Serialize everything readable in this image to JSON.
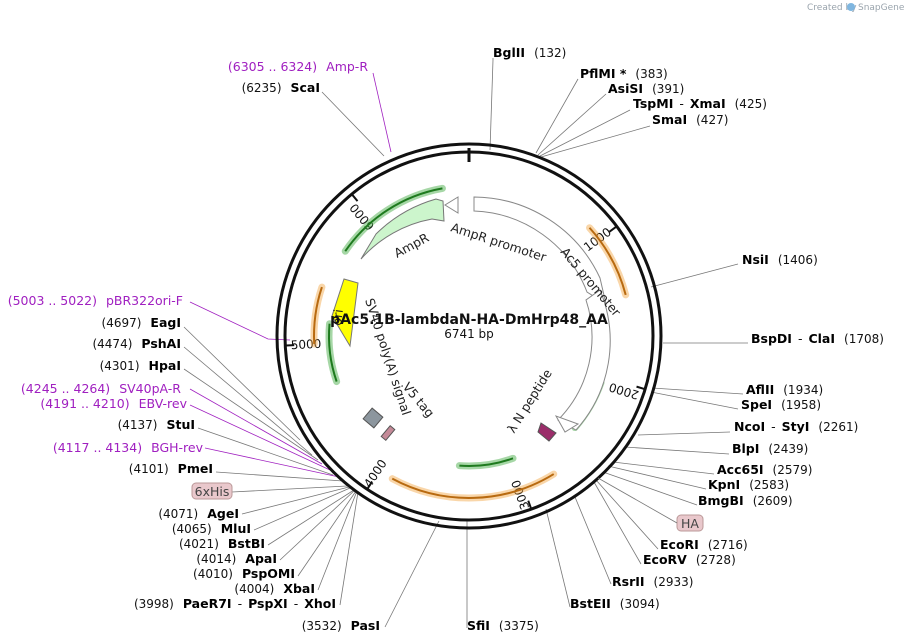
{
  "credit": "Created by",
  "credit_brand": "SnapGene",
  "plasmid": {
    "name": "pAc5.1B-lambdaN-HA-DmHrp48_AA",
    "size_text": "6741 bp",
    "length": 6741
  },
  "ticks": [
    "1000",
    "2000",
    "3000",
    "4000",
    "5000",
    "6000"
  ],
  "colors": {
    "backbone": "#111111",
    "ampr": "#ccf5cc",
    "ori": "#ffff00",
    "primer": "#a020c0",
    "orf_orange": "#f2a440",
    "orf_green": "#3aa63a",
    "ha_badge": "#e9c8cc",
    "lambdaN": "#9b2d6a",
    "polyA": "#8c969e"
  },
  "features": [
    {
      "name": "AmpR promoter"
    },
    {
      "name": "AmpR"
    },
    {
      "name": "Ac5 promoter"
    },
    {
      "name": "ori"
    },
    {
      "name": "SV40 poly(A) signal"
    },
    {
      "name": "V5 tag"
    },
    {
      "name": "λ N peptide"
    }
  ],
  "badges": [
    {
      "name": "6xHis"
    },
    {
      "name": "HA"
    }
  ],
  "sites_right": [
    {
      "name": "BglII",
      "pos": "(132)"
    },
    {
      "name": "PflMI *",
      "pos": "(383)"
    },
    {
      "name": "AsiSI",
      "pos": "(391)"
    },
    {
      "name": "TspMI",
      "sep": "-",
      "name2": "XmaI",
      "pos": "(425)"
    },
    {
      "name": "SmaI",
      "pos": "(427)"
    },
    {
      "name": "NsiI",
      "pos": "(1406)"
    },
    {
      "name": "BspDI",
      "sep": "-",
      "name2": "ClaI",
      "pos": "(1708)"
    },
    {
      "name": "AflII",
      "pos": "(1934)"
    },
    {
      "name": "SpeI",
      "pos": "(1958)"
    },
    {
      "name": "NcoI",
      "sep": "-",
      "name2": "StyI",
      "pos": "(2261)"
    },
    {
      "name": "BlpI",
      "pos": "(2439)"
    },
    {
      "name": "Acc65I",
      "pos": "(2579)"
    },
    {
      "name": "KpnI",
      "pos": "(2583)"
    },
    {
      "name": "BmgBI",
      "pos": "(2609)"
    },
    {
      "name": "EcoRI",
      "pos": "(2716)"
    },
    {
      "name": "EcoRV",
      "pos": "(2728)"
    },
    {
      "name": "RsrII",
      "pos": "(2933)"
    },
    {
      "name": "BstEII",
      "pos": "(3094)"
    },
    {
      "name": "SfiI",
      "pos": "(3375)"
    }
  ],
  "sites_left": [
    {
      "name": "ScaI",
      "pos": "(6235)"
    },
    {
      "name": "EagI",
      "pos": "(4697)"
    },
    {
      "name": "PshAI",
      "pos": "(4474)"
    },
    {
      "name": "HpaI",
      "pos": "(4301)"
    },
    {
      "name": "StuI",
      "pos": "(4137)"
    },
    {
      "name": "PmeI",
      "pos": "(4101)"
    },
    {
      "name": "AgeI",
      "pos": "(4071)"
    },
    {
      "name": "MluI",
      "pos": "(4065)"
    },
    {
      "name": "BstBI",
      "pos": "(4021)"
    },
    {
      "name": "ApaI",
      "pos": "(4014)"
    },
    {
      "name": "PspOMI",
      "pos": "(4010)"
    },
    {
      "name": "XbaI",
      "pos": "(4004)"
    },
    {
      "name": "PaeR7I",
      "sep": "-",
      "name2": "PspXI",
      "sep2": "-",
      "name3": "XhoI",
      "pos": "(3998)"
    },
    {
      "name": "PasI",
      "pos": "(3532)"
    }
  ],
  "primers": [
    {
      "range": "(6305 .. 6324)",
      "name": "Amp-R"
    },
    {
      "range": "(5003 .. 5022)",
      "name": "pBR322ori-F"
    },
    {
      "range": "(4245 .. 4264)",
      "name": "SV40pA-R"
    },
    {
      "range": "(4191 .. 4210)",
      "name": "EBV-rev"
    },
    {
      "range": "(4117 .. 4134)",
      "name": "BGH-rev"
    }
  ]
}
